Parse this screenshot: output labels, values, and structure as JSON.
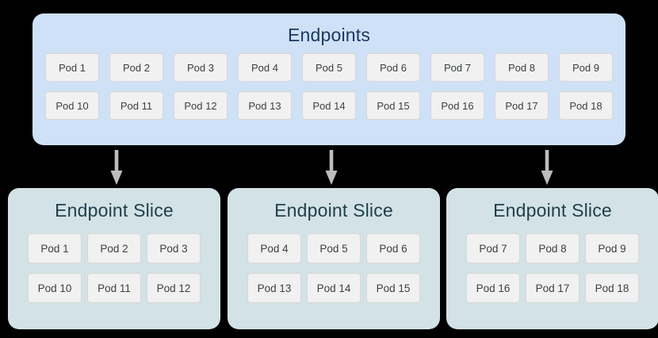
{
  "diagram": {
    "background_color": "#000000",
    "endpoints": {
      "title": "Endpoints",
      "panel_color": "#cfe1f6",
      "title_color": "#1b3a63",
      "rows": [
        [
          "Pod 1",
          "Pod 2",
          "Pod 3",
          "Pod 4",
          "Pod 5",
          "Pod 6",
          "Pod 7",
          "Pod 8",
          "Pod 9"
        ],
        [
          "Pod 10",
          "Pod 11",
          "Pod 12",
          "Pod 13",
          "Pod 14",
          "Pod 15",
          "Pod 16",
          "Pod 17",
          "Pod 18"
        ]
      ]
    },
    "arrows": {
      "color": "#bdbdbd",
      "count": 3,
      "direction": "down"
    },
    "slices": [
      {
        "title": "Endpoint Slice",
        "panel_color": "#d3e2e6",
        "title_color": "#1e3f4a",
        "rows": [
          [
            "Pod 1",
            "Pod 2",
            "Pod 3"
          ],
          [
            "Pod 10",
            "Pod 11",
            "Pod 12"
          ]
        ]
      },
      {
        "title": "Endpoint Slice",
        "panel_color": "#d3e2e6",
        "title_color": "#1e3f4a",
        "rows": [
          [
            "Pod 4",
            "Pod 5",
            "Pod 6"
          ],
          [
            "Pod 13",
            "Pod 14",
            "Pod 15"
          ]
        ]
      },
      {
        "title": "Endpoint Slice",
        "panel_color": "#d3e2e6",
        "title_color": "#1e3f4a",
        "rows": [
          [
            "Pod 7",
            "Pod 8",
            "Pod 9"
          ],
          [
            "Pod 16",
            "Pod 17",
            "Pod 18"
          ]
        ]
      }
    ]
  }
}
